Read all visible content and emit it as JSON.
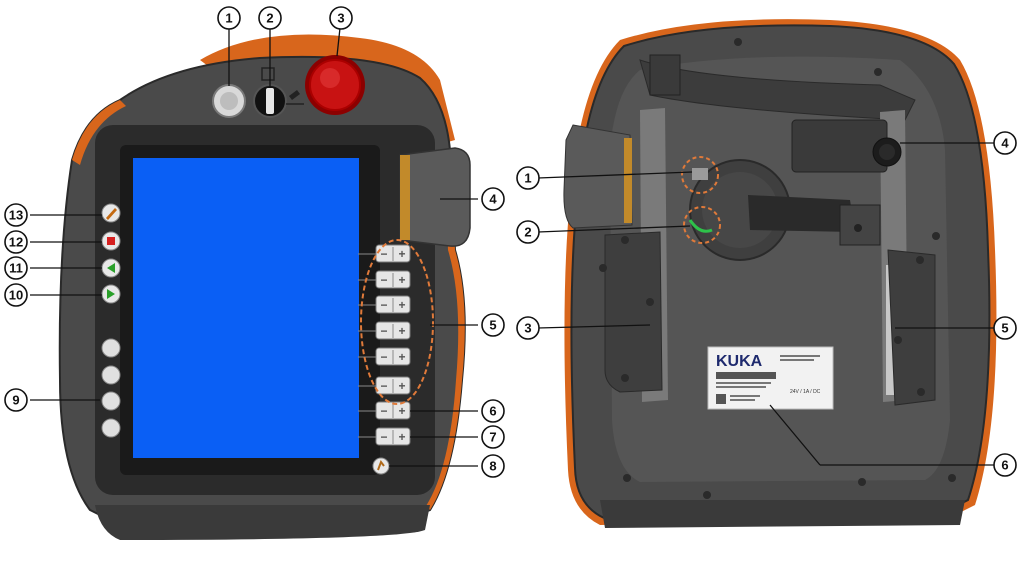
{
  "front_view": {
    "callouts": [
      "1",
      "2",
      "3",
      "4",
      "5",
      "6",
      "7",
      "8",
      "9",
      "10",
      "11",
      "12",
      "13"
    ],
    "jog_key_minus": "−",
    "jog_key_plus": "+",
    "jog_keys_grouped_count": 6
  },
  "rear_view": {
    "callouts": [
      "1",
      "2",
      "3",
      "4",
      "5",
      "6"
    ],
    "label_brand": "KUKA",
    "label_rating": "24V / 1A / DC"
  },
  "colors": {
    "housing": "#4a4a4a",
    "housing_dark": "#2b2b2b",
    "trim_orange": "#d8661c",
    "screen_blue": "#0a5ff5",
    "emergency_red": "#c81212",
    "dashed_group": "#e07a3a"
  },
  "icons": {
    "btn13": "pencil-icon",
    "btn12": "stop-icon",
    "btn11": "play-backward-icon",
    "btn10": "play-forward-icon",
    "btn8": "robot-icon",
    "mode_switch": "key-switch-icon",
    "emergency": "emergency-stop-icon"
  }
}
